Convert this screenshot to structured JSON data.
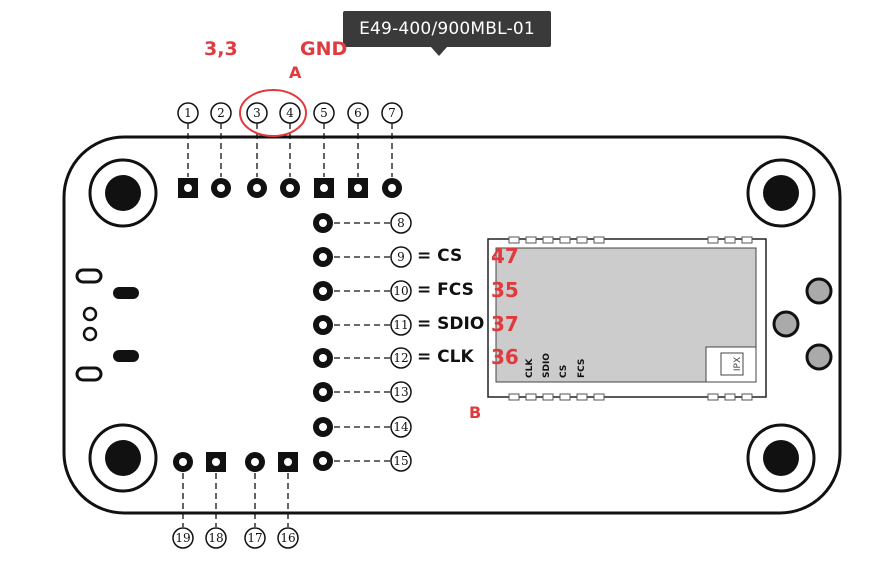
{
  "tooltip": {
    "text": "E49-400/900MBL-01"
  },
  "annotations": {
    "label_33": "3,3",
    "label_gnd": "GND",
    "marker_a": "A",
    "marker_b": "B"
  },
  "top_pins": [
    "1",
    "2",
    "3",
    "4",
    "5",
    "6",
    "7"
  ],
  "right_pins": [
    "8",
    "9",
    "10",
    "11",
    "12",
    "13",
    "14",
    "15"
  ],
  "bottom_pins": [
    "19",
    "18",
    "17",
    "16"
  ],
  "signals": [
    {
      "pin": "9",
      "label": "= CS",
      "gpio": "47"
    },
    {
      "pin": "10",
      "label": "= FCS",
      "gpio": "35"
    },
    {
      "pin": "11",
      "label": "= SDIO",
      "gpio": "37"
    },
    {
      "pin": "12",
      "label": "= CLK",
      "gpio": "36"
    }
  ],
  "chip_labels": [
    "CLK",
    "SDIO",
    "CS",
    "FCS"
  ],
  "ipx_label": "IPX",
  "colors": {
    "accent_red": "#e03a3e",
    "tooltip_bg": "#3a3a3a",
    "line": "#111111"
  }
}
